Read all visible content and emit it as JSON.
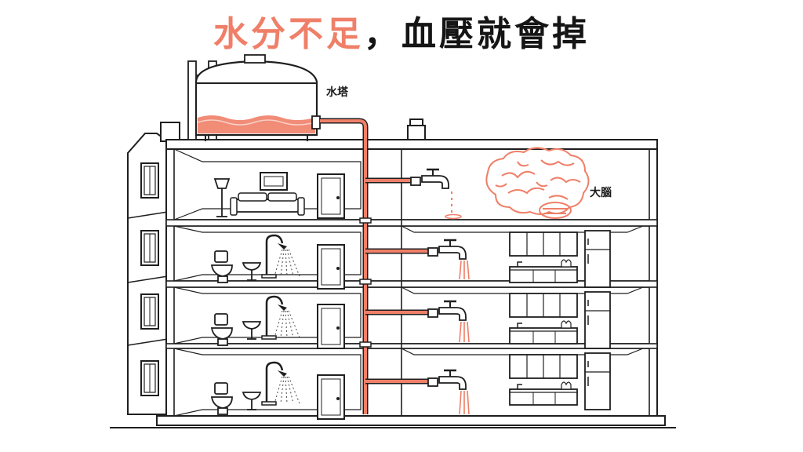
{
  "title": {
    "highlight": "水分不足",
    "rest": "，血壓就會掉"
  },
  "labels": {
    "water_tower": "水塔",
    "brain": "大腦"
  },
  "colors": {
    "accent": "#ef7f68",
    "line": "#1f1f1f",
    "background": "#ffffff"
  }
}
